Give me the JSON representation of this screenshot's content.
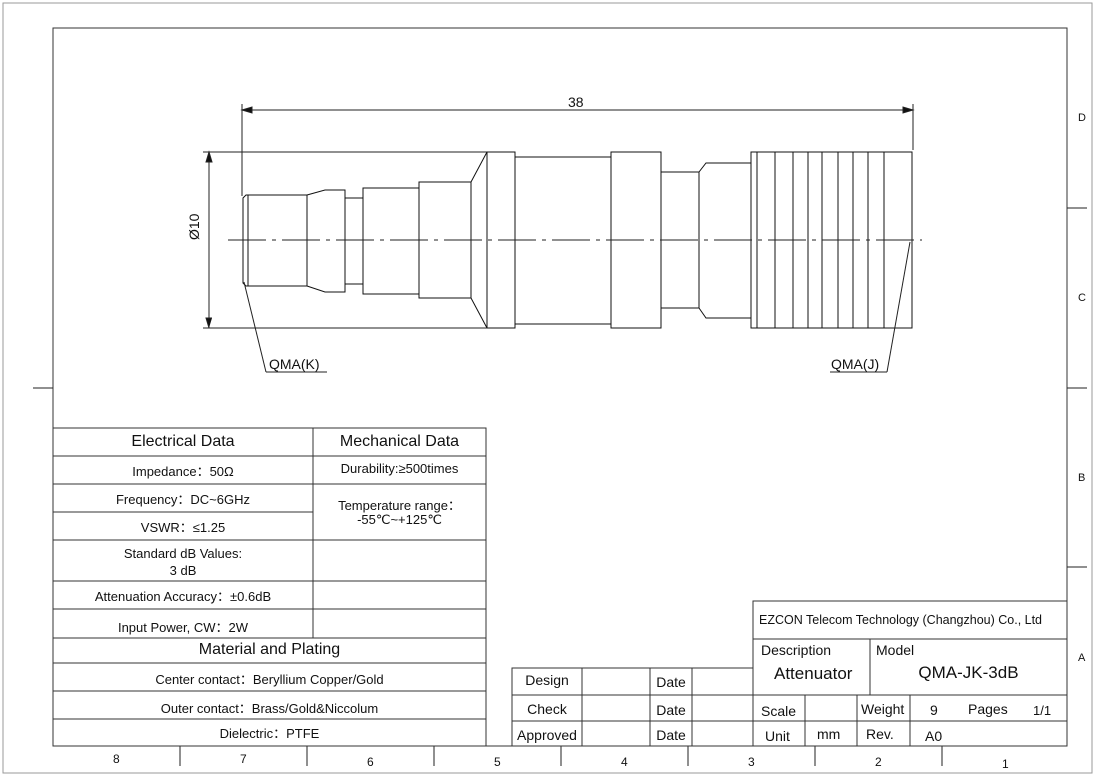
{
  "dims": {
    "length": "38",
    "diameter": "Ø10"
  },
  "callouts": {
    "left": "QMA(K)",
    "right": "QMA(J)"
  },
  "zones_right": [
    "D",
    "C",
    "B",
    "A"
  ],
  "zones_bottom": [
    "8",
    "7",
    "6",
    "5",
    "4",
    "3",
    "2",
    "1"
  ],
  "electrical": {
    "title": "Electrical Data",
    "impedance": "Impedance：50Ω",
    "frequency": "Frequency：DC~6GHz",
    "vswr": "VSWR：≤1.25",
    "std_db_label": "Standard dB Values:",
    "std_db_value": "3 dB",
    "attenuation": "Attenuation Accuracy：±0.6dB",
    "power": "Input Power, CW：2W"
  },
  "mechanical": {
    "title": "Mechanical Data",
    "durability": "Durability:≥500times",
    "temp_label": "Temperature range：",
    "temp_value": "-55℃~+125℃"
  },
  "material": {
    "title": "Material and Plating",
    "center": "Center contact：Beryllium Copper/Gold",
    "outer": "Outer contact：Brass/Gold&Niccolum",
    "dielectric": "Dielectric：PTFE"
  },
  "approvals": {
    "design": "Design",
    "check": "Check",
    "approved": "Approved",
    "date1": "Date",
    "date2": "Date",
    "date3": "Date"
  },
  "title_block": {
    "company": "EZCON Telecom Technology (Changzhou) Co., Ltd",
    "desc_label": "Description",
    "desc_value": "Attenuator",
    "model_label": "Model",
    "model_value": "QMA-JK-3dB",
    "scale_label": "Scale",
    "weight_label": "Weight",
    "weight_value": "9",
    "pages_label": "Pages",
    "pages_value": "1/1",
    "unit_label": "Unit",
    "unit_value": "mm",
    "rev_label": "Rev.",
    "rev_value": "A0"
  }
}
